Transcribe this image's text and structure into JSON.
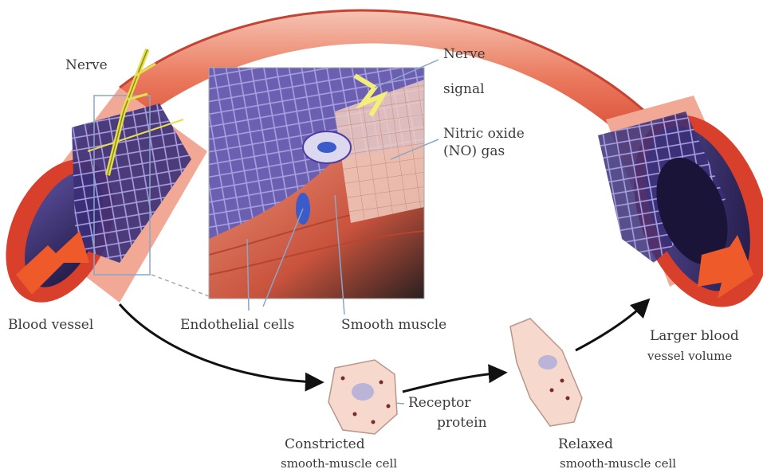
{
  "labels": {
    "nerve": "Nerve",
    "nerve_signal_1": "Nerve",
    "nerve_signal_2": "signal",
    "nitric_1": "Nitric oxide",
    "nitric_2": "(NO) gas",
    "blood_vessel": "Blood vessel",
    "endothelial": "Endothelial cells",
    "smooth_muscle": "Smooth muscle",
    "larger_1": "Larger blood",
    "larger_2": "vessel volume",
    "receptor_1": "Receptor",
    "receptor_2": "protein",
    "constricted_1": "Constricted",
    "constricted_2": "smooth-muscle cell",
    "relaxed_1": "Relaxed",
    "relaxed_2": "smooth-muscle cell"
  },
  "colors": {
    "vessel_wall": "#e3523b",
    "vessel_light": "#f2b8a8",
    "lumen": "#2e2560",
    "endothelium": "#8a7dc4",
    "muscle": "#d97a60",
    "cell_fill": "#f6d8cc",
    "nerve": "#e7e04a"
  }
}
